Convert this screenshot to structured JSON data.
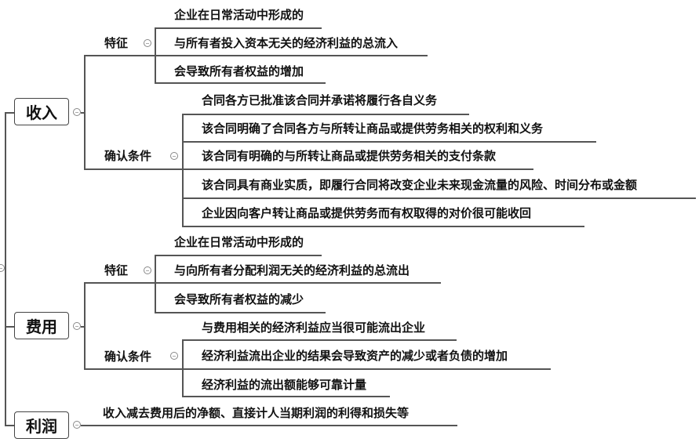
{
  "nodes": {
    "income": {
      "label": "收入",
      "features": {
        "label": "特征",
        "items": [
          "企业在日常活动中形成的",
          "与所有者投入资本无关的经济利益的总流入",
          "会导致所有者权益的增加"
        ]
      },
      "conditions": {
        "label": "确认条件",
        "items": [
          "合同各方已批准该合同并承诺将履行各自义务",
          "该合同明确了合同各方与所转让商品或提供劳务相关的权利和义务",
          "该合同有明确的与所转让商品或提供劳务相关的支付条款",
          "该合同具有商业实质，即履行合同将改变企业未来现金流量的风险、时间分布或金额",
          "企业因向客户转让商品或提供劳务而有权取得的对价很可能收回"
        ]
      }
    },
    "expense": {
      "label": "费用",
      "features": {
        "label": "特征",
        "items": [
          "企业在日常活动中形成的",
          "与向所有者分配利润无关的经济利益的总流出",
          "会导致所有者权益的减少"
        ]
      },
      "conditions": {
        "label": "确认条件",
        "items": [
          "与费用相关的经济利益应当很可能流出企业",
          "经济利益流出企业的结果会导致资产的减少或者负债的增加",
          "经济利益的流出额能够可靠计量"
        ]
      }
    },
    "profit": {
      "label": "利润",
      "definition": "收入减去费用后的净额、直接计人当期利润的利得和损失等"
    }
  }
}
